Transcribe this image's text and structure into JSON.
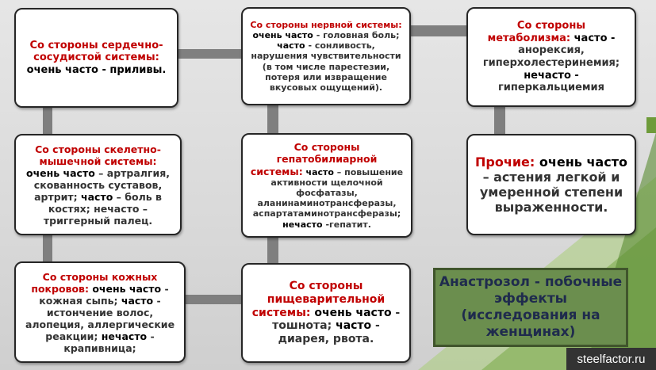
{
  "cards": {
    "cardio": {
      "title": "Со стороны сердечно-сосудистой системы:",
      "text": "очень часто - приливы."
    },
    "nervous": {
      "title": "Со стороны нервной системы:",
      "l1": "очень часто",
      "t1": " - головная боль;",
      "l2": "часто",
      "t2": " - сонливость, нарушения чувствительности (в том числе парестезии, потеря или извращение вкусовых ощущений)."
    },
    "metabolism": {
      "title": "Со стороны метаболизма:",
      "l1": " часто -",
      "t1": " анорексия, гиперхолестеринемия;",
      "l2": "нечасто -",
      "t2": " гиперкальциемия"
    },
    "musculo": {
      "title": "Со стороны скелетно-мышечной системы:",
      "l1": "очень часто",
      "t1": " – артралгия, скованность суставов, артрит;",
      "l2": " часто",
      "t2": " – боль в костях; нечасто – триггерный палец."
    },
    "hepato": {
      "title": "Со стороны гепатобилиарной системы:",
      "l1": " часто",
      "t1": " – повышение активности щелочной фосфатазы, аланинаминотрансферазы, аспартатаминотрансферазы;",
      "l2": "нечасто",
      "t2": " -гепатит."
    },
    "other": {
      "title": "Прочие:",
      "l1": " очень часто",
      "t1": " – астения легкой и умеренной степени выраженности."
    },
    "skin": {
      "title": "Со стороны кожных покровов:",
      "l1": " очень часто",
      "t1": " - кожная сыпь;",
      "l2": " часто",
      "t2": " - истончение волос, алопеция, аллергические реакции;",
      "l3": " нечасто",
      "t3": " - крапивница;"
    },
    "digestive": {
      "title": "Со стороны пищеварительной системы:",
      "l1": " очень часто",
      "t1": " - тошнота;",
      "l2": " часто",
      "t2": " - диарея, рвота."
    }
  },
  "summary": "Анастрозол - побочные эффекты (исследования на женщинах)",
  "watermark": "steelfactor.ru",
  "colors": {
    "heading": "#c00000",
    "summary_bg": "#6b8e4e",
    "summary_text": "#1f2b4d"
  }
}
